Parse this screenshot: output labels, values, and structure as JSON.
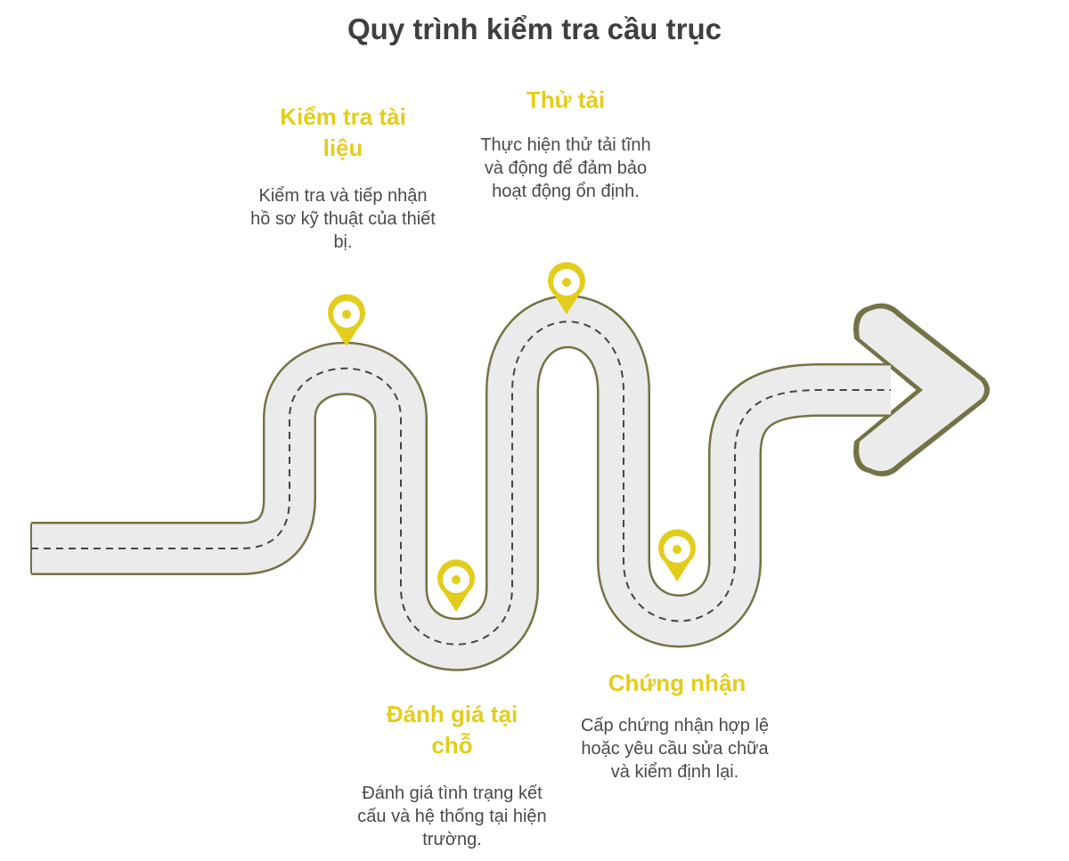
{
  "title": "Quy trình kiểm tra cầu trục",
  "colors": {
    "accent": "#e3cd1c",
    "road_fill": "#ebebeb",
    "road_border": "#747345",
    "dash": "#444444",
    "title": "#3f3f3f",
    "text": "#4a4a4a"
  },
  "steps": [
    {
      "title": "Kiểm tra tài liệu",
      "description": "Kiểm tra và tiếp nhận hồ sơ kỹ thuật của thiết bị.",
      "marker_icon": "location-pin-icon"
    },
    {
      "title": "Đánh giá tại chỗ",
      "description": "Đánh giá tình trạng kết cấu và hệ thống tại hiện trường.",
      "marker_icon": "location-pin-icon"
    },
    {
      "title": "Thử tải",
      "description": "Thực hiện thử tải tĩnh và động để đảm bảo hoạt động ổn định.",
      "marker_icon": "location-pin-icon"
    },
    {
      "title": "Chứng nhận",
      "description": "Cấp chứng nhận hợp lệ hoặc yêu cầu sửa chữa và kiểm định lại.",
      "marker_icon": "location-pin-icon"
    }
  ]
}
